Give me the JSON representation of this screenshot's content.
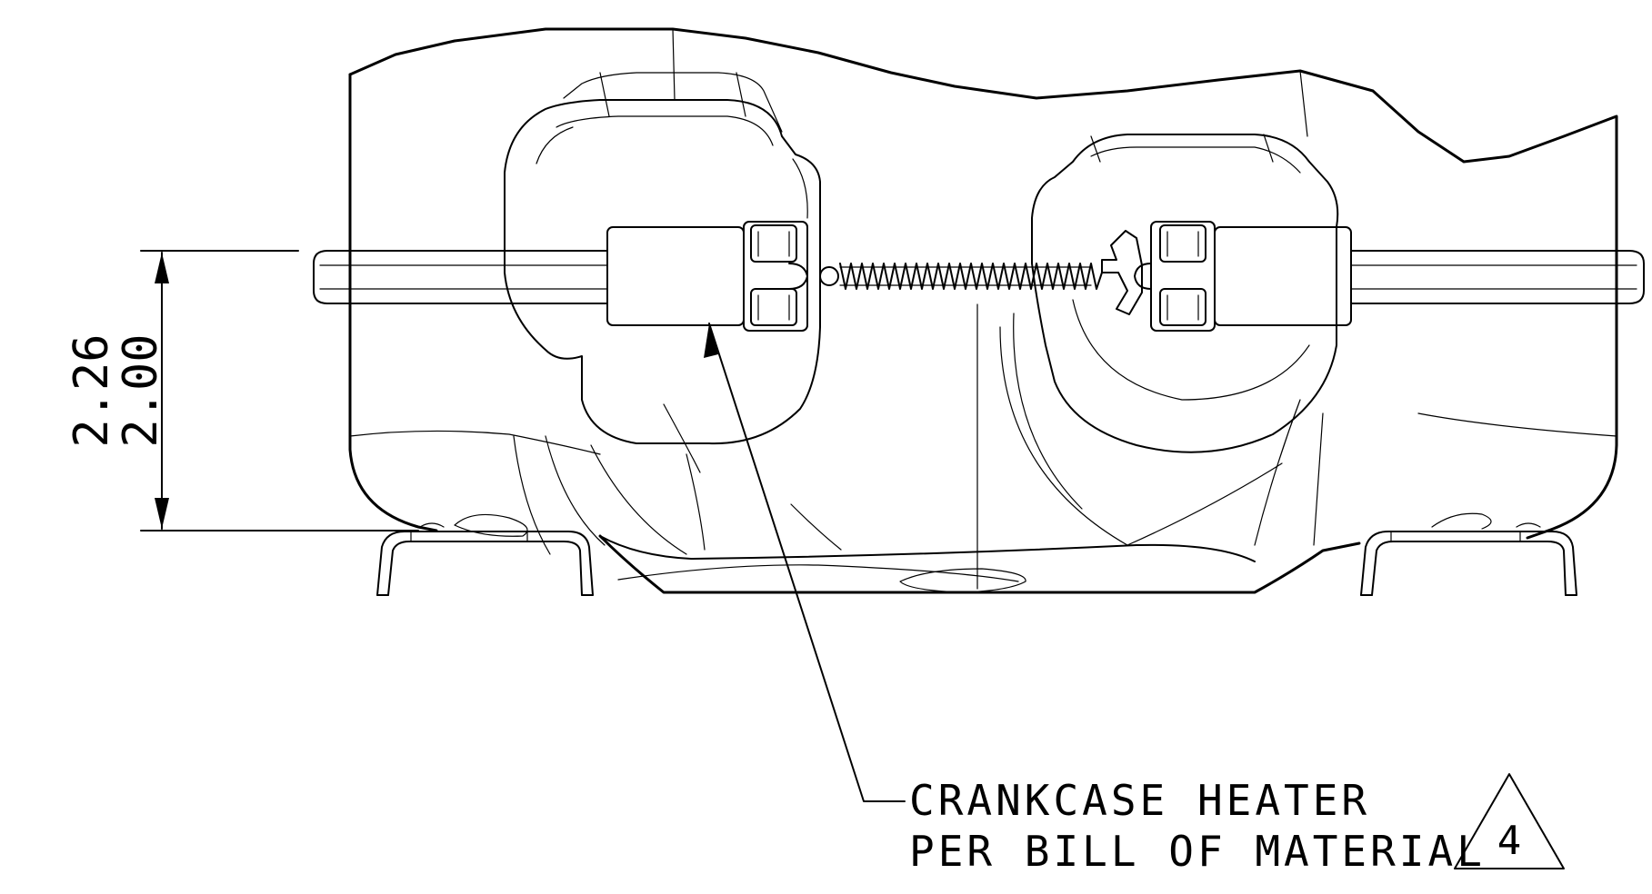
{
  "dimensions": {
    "outer": "2.26",
    "inner": "2.00"
  },
  "callout": {
    "line1": "CRANKCASE HEATER",
    "line2": "PER BILL OF MATERIAL"
  },
  "revision_marker": {
    "number": "4"
  }
}
